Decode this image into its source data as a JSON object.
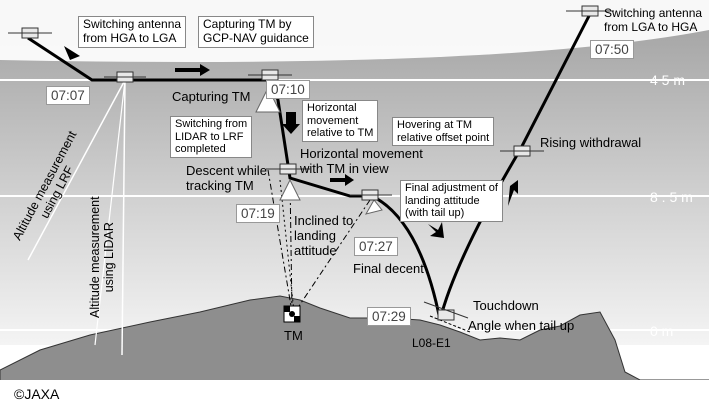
{
  "labels": {
    "switch_hga_lga": "Switching antenna\nfrom HGA to LGA",
    "capture_gcp": "Capturing TM by\nGCP-NAV guidance",
    "switch_lga_hga": "Switching antenna\nfrom LGA to HGA",
    "capturing_tm": "Capturing TM",
    "switch_lidar_lrf": "Switching from\nLIDAR to LRF\ncompleted",
    "horizontal_relative": "Horizontal\nmovement\nrelative to TM",
    "hovering": "Hovering at TM\nrelative offset point",
    "rising_withdrawal": "Rising withdrawal",
    "horizontal_view": "Horizontal movement\nwith TM in view",
    "descent_tracking": "Descent while\ntracking TM",
    "final_adjustment": "Final adjustment of\nlanding attitude\n(with tail up)",
    "inclined": "Inclined to\nlanding\nattitude",
    "final_decent": "Final decent",
    "touchdown": "Touchdown",
    "angle_tail": "Angle when tail up",
    "tm": "TM",
    "l08": "L08-E1",
    "copyright": "©JAXA",
    "alt_lrf": "Altitude measurement\nusing LRF",
    "alt_lidar": "Altitude measurement\nusing LIDAR"
  },
  "times": [
    "07:07",
    "07:10",
    "07:19",
    "07:27",
    "07:29",
    "07:50"
  ],
  "altitudes": [
    "4 5 m",
    "8 . 5 m",
    "0 m"
  ],
  "colors": {
    "sky_top": "#a6a6a6",
    "ground": "#8e8e8e",
    "trajectory": "#000000"
  }
}
